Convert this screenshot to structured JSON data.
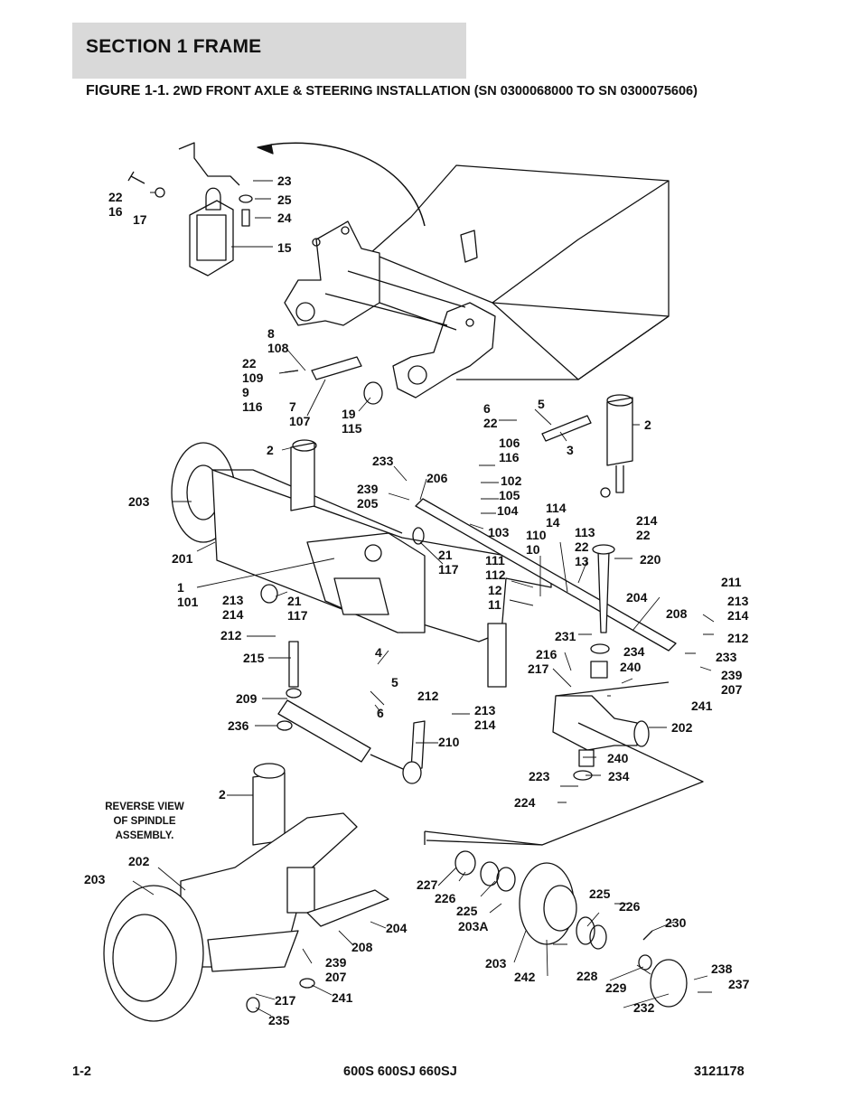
{
  "header": {
    "section_title": "SECTION 1  FRAME",
    "figure_label": "FIGURE 1-1.",
    "figure_title": "2WD FRONT AXLE & STEERING INSTALLATION (SN 0300068000 TO SN 0300075606)"
  },
  "diagram": {
    "callouts": {
      "c23": "23",
      "c22_16": "22\n16",
      "c17": "17",
      "c25": "25",
      "c24": "24",
      "c15": "15",
      "c8_108": "8\n108",
      "c22_109_9_116": "22\n109\n9\n116",
      "c7_107": "7\n107",
      "c19_115": "19\n115",
      "c6_22a": "6\n22",
      "c5a": "5",
      "c3": "3",
      "c2a": "2",
      "c2b": "2",
      "c203a": "203",
      "c201": "201",
      "c233a": "233",
      "c239_205": "239\n205",
      "c206": "206",
      "c106_116": "106\n116",
      "c102": "102",
      "c105": "105",
      "c104": "104",
      "c103": "103",
      "c114_14": "114\n14",
      "c110_10": "110\n10",
      "c113_22_13": "113\n22\n13",
      "c214_22": "214\n22",
      "c220": "220",
      "c21_117a": "21\n117",
      "c21_117b": "21\n117",
      "c1_101": "1\n101",
      "c111_112": "111\n112",
      "c12_11": "12\n11",
      "c213_214a": "213\n214",
      "c212a": "212",
      "c215": "215",
      "c204a": "204",
      "c211": "211",
      "c213_214b": "213\n214",
      "c212b": "212",
      "c208a": "208",
      "c233b": "233",
      "c231": "231",
      "c234a": "234",
      "c216": "216",
      "c217a": "217",
      "c240a": "240",
      "c239_207a": "239\n207",
      "c241a": "241",
      "c4": "4",
      "c5b": "5",
      "c6": "6",
      "c212c": "212",
      "c213_214c": "213\n214",
      "c209": "209",
      "c236": "236",
      "c210": "210",
      "c202a": "202",
      "c240b": "240",
      "c223": "223",
      "c234b": "234",
      "c224": "224",
      "c2c": "2",
      "c202b": "202",
      "c203b": "203",
      "c227": "227",
      "c226a": "226",
      "c225a": "225",
      "c203A": "203A",
      "c225b": "225",
      "c226b": "226",
      "c230": "230",
      "c204b": "204",
      "c208b": "208",
      "c239_207b": "239\n207",
      "c241b": "241",
      "c217b": "217",
      "c235": "235",
      "c203c": "203",
      "c242": "242",
      "c228": "228",
      "c229": "229",
      "c232": "232",
      "c238": "238",
      "c237": "237"
    },
    "note_lines": [
      "REVERSE VIEW",
      "OF SPINDLE",
      "ASSEMBLY."
    ]
  },
  "footer": {
    "page_number": "1-2",
    "models": "600S 600SJ 660SJ",
    "doc_number": "3121178"
  }
}
